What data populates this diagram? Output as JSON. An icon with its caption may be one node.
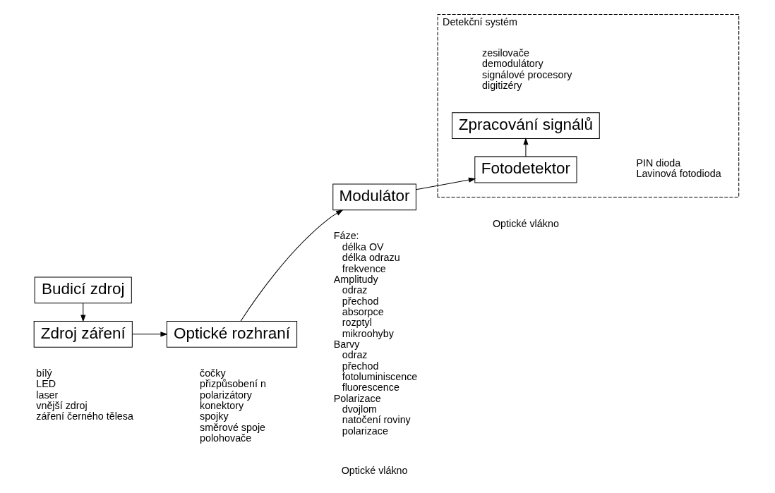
{
  "diagram": {
    "nodes": [
      {
        "text": [
          "Budicí zdroj"
        ]
      },
      {
        "text": [
          "Zdroj záření"
        ],
        "beside": [
          "bílý",
          "LED",
          "laser",
          "vnější zdroj",
          "záření černého tělesa"
        ]
      },
      {
        "text": [
          "Optické rozhraní"
        ],
        "beside": [
          "čočky",
          "přizpůsobení n",
          "polarizátory",
          "konektory",
          "spojky",
          "směrové spoje",
          "polohovače"
        ]
      },
      {
        "text": [
          "Modulátor"
        ],
        "beside": [
          "Fáze:",
          "délka OV",
          "délka odrazu",
          "frekvence",
          "Amplitudy",
          "odraz",
          "přechod",
          "absorpce",
          "rozptyl",
          "mikroohyby",
          "Barvy",
          "odraz",
          "přechod",
          "fotoluminiscence",
          "fluorescence",
          "Polarizace",
          "dvojlom",
          "natočení roviny",
          "polarizace"
        ]
      },
      {
        "text": [
          "Detekční systém"
        ]
      },
      {
        "text": [
          "Fotodetektor"
        ],
        "in": 4,
        "beside": [
          "PIN dioda",
          "Lavinová fotodioda"
        ]
      },
      {
        "text": [
          "Zpracování signálů"
        ],
        "in": 4,
        "beside": [
          "zesilovače",
          "demodulátory",
          "signálové procesory",
          "digitizéry"
        ]
      }
    ],
    "edges": [
      {
        "from": 0,
        "to": 1,
        "arrow": "to"
      },
      {
        "from": 1,
        "to": 2,
        "arrow": "to"
      },
      {
        "from": 2,
        "to": 3,
        "arrow": "to"
      },
      {
        "from": 3,
        "to": 5,
        "arrow": "to"
      },
      {
        "from": 5,
        "to": 6,
        "arrow": "to"
      }
    ],
    "labels": [
      "Optické vlákno",
      "Optické vlákno"
    ]
  }
}
